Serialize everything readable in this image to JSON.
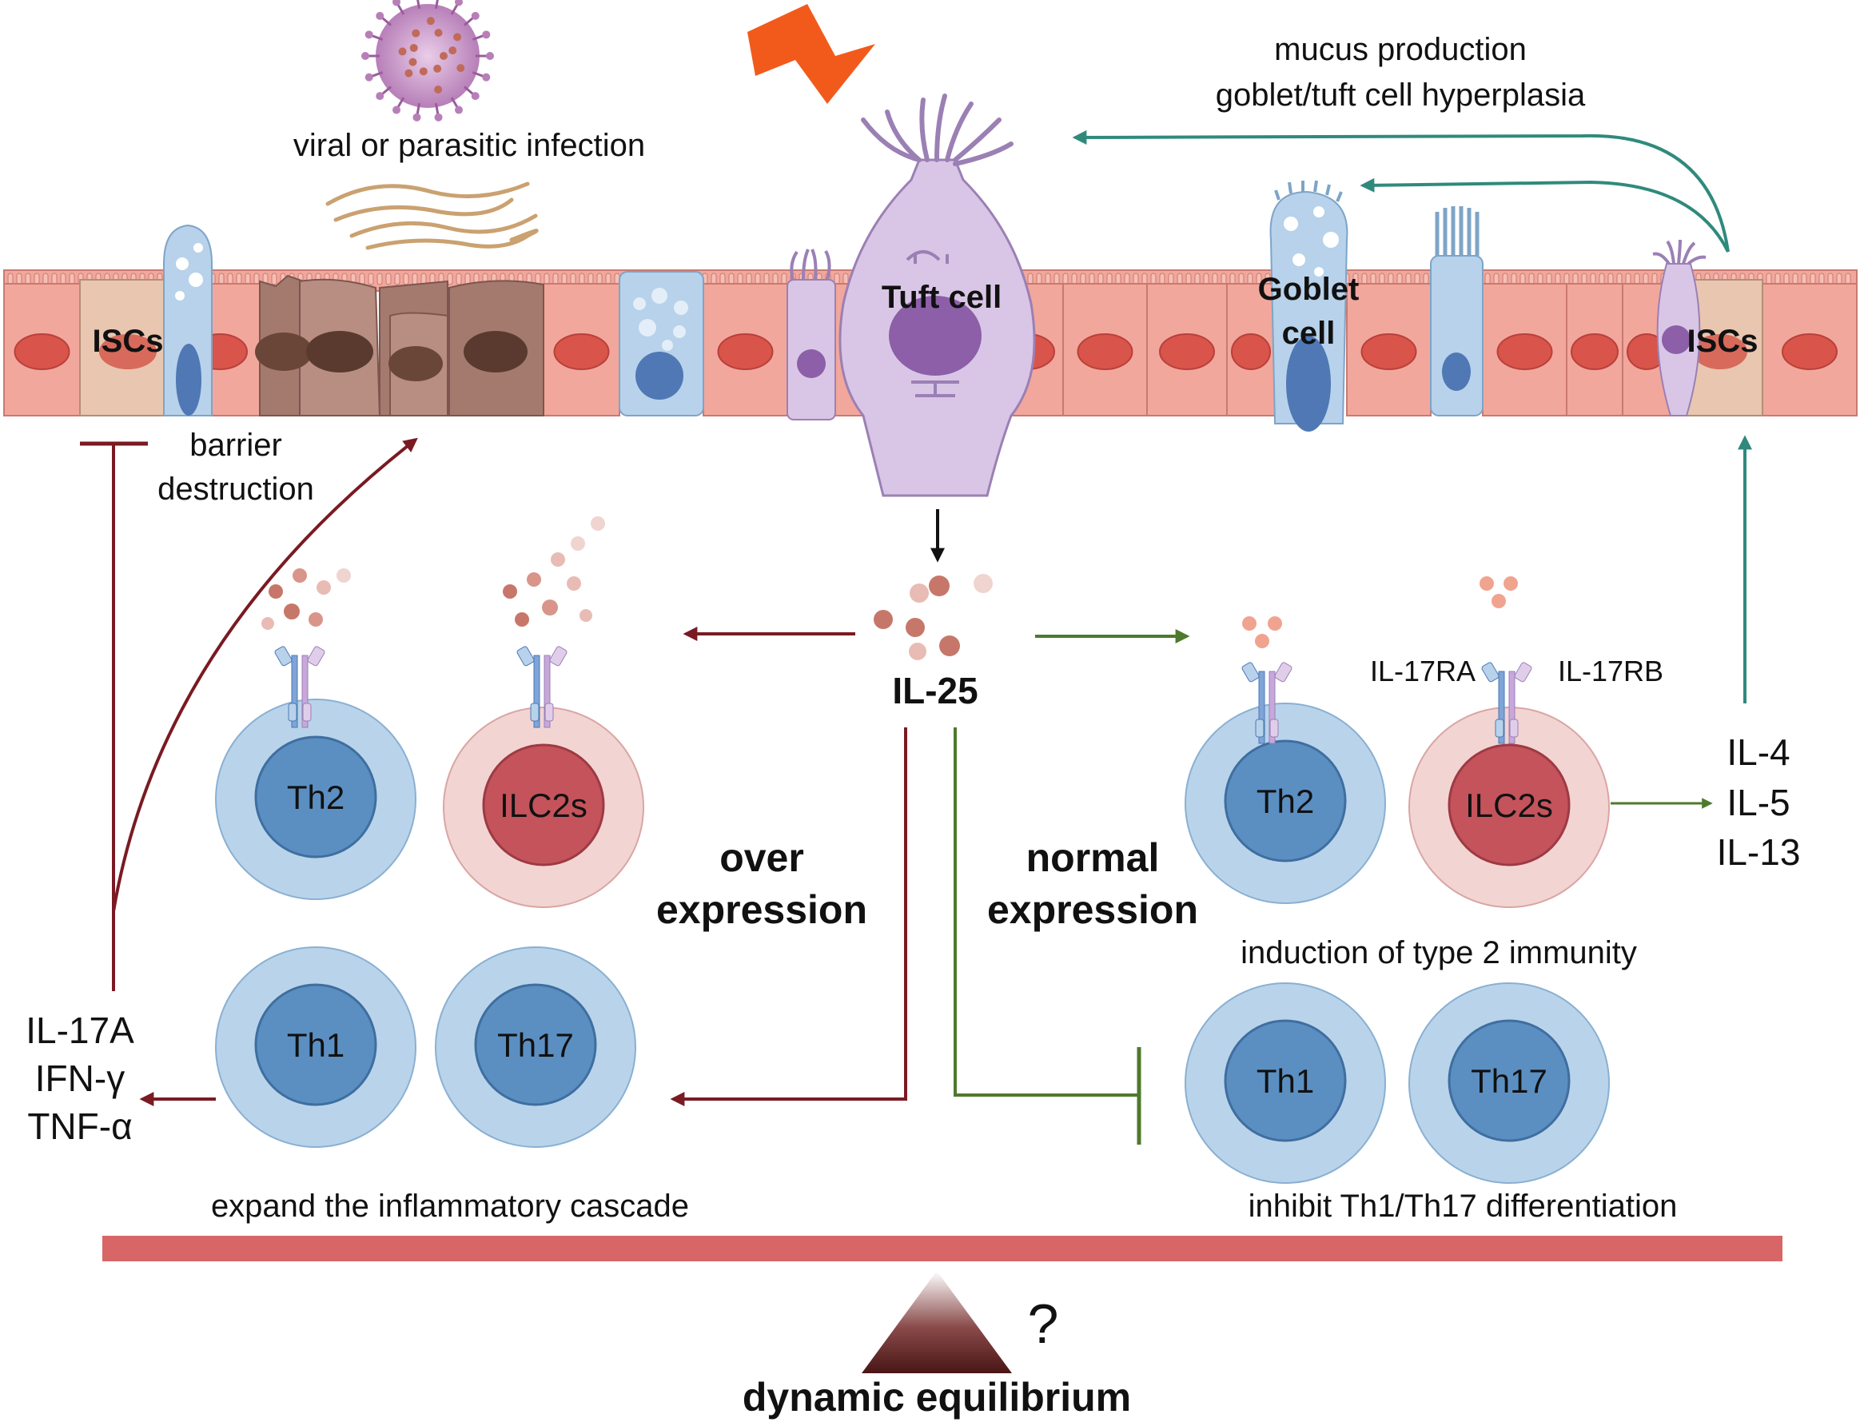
{
  "labels": {
    "infection": "viral or parasitic infection",
    "tuft_cell": "Tuft cell",
    "goblet_line1": "Goblet",
    "goblet_line2": "cell",
    "iscs_left": "ISCs",
    "iscs_right": "ISCs",
    "mucus_line1": "mucus production",
    "mucus_line2": "goblet/tuft cell hyperplasia",
    "barrier_line1": "barrier",
    "barrier_line2": "destruction",
    "il25": "IL-25",
    "over_line1": "over",
    "over_line2": "expression",
    "normal_line1": "normal",
    "normal_line2": "expression",
    "il17ra": "IL-17RA",
    "il17rb": "IL-17RB",
    "type2": "induction of type 2 immunity",
    "inhibit": "inhibit Th1/Th17 differentiation",
    "expand": "expand the inflammatory cascade",
    "question": "?",
    "equilibrium": "dynamic equilibrium"
  },
  "cytokines_right": [
    "IL-4",
    "IL-5",
    "IL-13"
  ],
  "cytokines_left": [
    "IL-17A",
    "IFN-γ",
    "TNF-α"
  ],
  "cells": {
    "left_th2": "Th2",
    "left_ilc2": "ILC2s",
    "left_th1": "Th1",
    "left_th17": "Th17",
    "right_th2": "Th2",
    "right_ilc2": "ILC2s",
    "right_th1": "Th1",
    "right_th17": "Th17"
  },
  "colors": {
    "pathogenic_arrow": "#7a1a22",
    "protective_arrow": "#4e7a2c",
    "feedback_arrow": "#2f8a7c",
    "balance_bar": "#d86666",
    "epithelium": "#f2a79c",
    "tcell": "#b9d4ea",
    "ilc2": "#f2d5d3"
  }
}
